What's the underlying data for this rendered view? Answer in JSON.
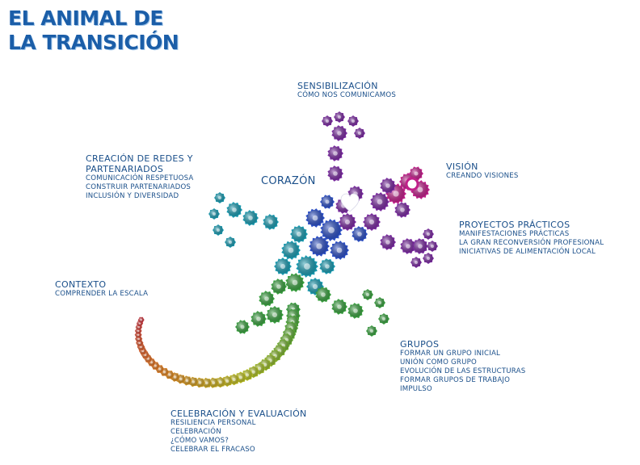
{
  "title": {
    "line1": "EL ANIMAL DE",
    "line2": "LA TRANSICIÓN"
  },
  "labels": {
    "sensibilizacion": {
      "head": "SENSIBILIZACIÓN",
      "items": [
        "CÓMO NOS COMUNICAMOS"
      ]
    },
    "redes": {
      "head_line1": "CREACIÓN DE REDES Y",
      "head_line2": "PARTENARIADOS",
      "items": [
        "COMUNICACIÓN RESPETUOSA",
        "CONSTRUIR PARTENARIADOS",
        "INCLUSIÓN Y DIVERSIDAD"
      ]
    },
    "corazon": {
      "head": "CORAZÓN"
    },
    "vision": {
      "head": "VISIÓN",
      "items": [
        "CREANDO VISIONES"
      ]
    },
    "proyectos": {
      "head": "PROYECTOS  PRÁCTICOS",
      "items": [
        "MANIFESTACIONES PRÁCTICAS",
        "LA GRAN RECONVERSIÓN PROFESIONAL",
        "INICIATIVAS DE ALIMENTACIÓN LOCAL"
      ]
    },
    "contexto": {
      "head": "CONTEXTO",
      "items": [
        "COMPRENDER LA ESCALA"
      ]
    },
    "grupos": {
      "head": "GRUPOS",
      "items": [
        "FORMAR UN GRUPO INICIAL",
        "UNIÓN COMO GRUPO",
        "EVOLUCIÓN DE LAS ESTRUCTURAS",
        "FORMAR GRUPOS DE TRABAJO",
        "IMPULSO"
      ]
    },
    "celebracion": {
      "head": "CELEBRACIÓN Y EVALUACIÓN",
      "items": [
        "RESILIENCIA PERSONAL",
        "CELEBRACIÓN",
        "¿CÓMO VAMOS?",
        "CELEBRAR EL FRACASO"
      ]
    }
  },
  "colors": {
    "title": "#1b5ea8",
    "text": "#1a4f8a",
    "purple": "#7a2ba0",
    "magenta": "#c0208a",
    "blue": "#2c4fc4",
    "teal": "#1a9ab0",
    "green": "#3aa040",
    "yellow": "#b8c020",
    "orange": "#e07a20",
    "red": "#c83040"
  },
  "icons": {
    "heart": "heart-icon",
    "lizard": "gear-lizard-illustration"
  }
}
